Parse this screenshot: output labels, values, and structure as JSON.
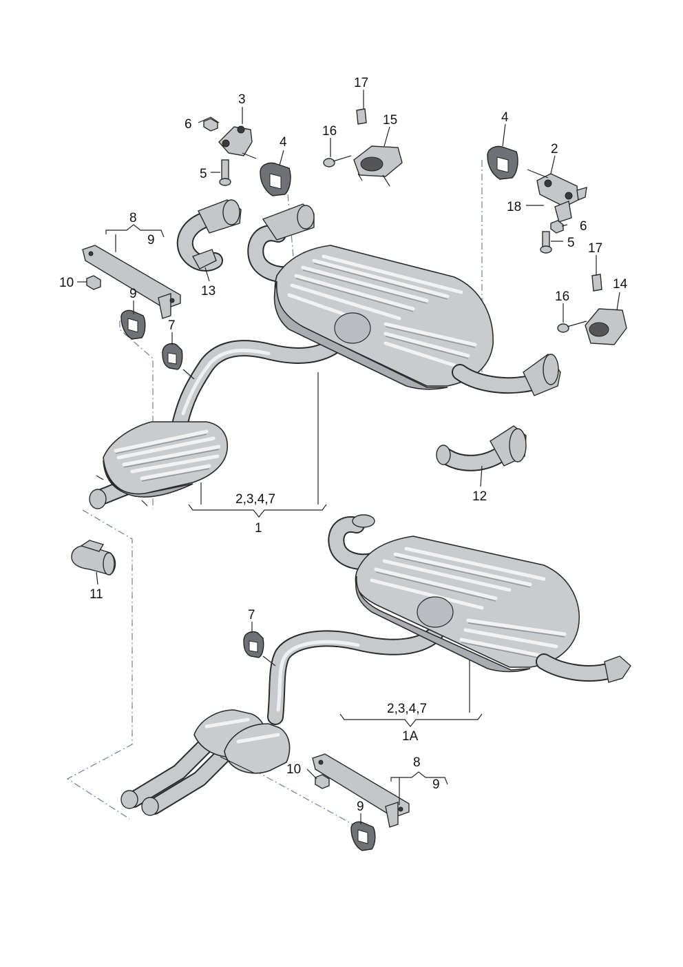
{
  "callouts": {
    "c1": "1",
    "c1a": "1A",
    "c2a": "2",
    "c3": "3",
    "c4a": "4",
    "c4b": "4",
    "c5a": "5",
    "c5b": "5",
    "c6a": "6",
    "c6b": "6",
    "c7a": "7",
    "c7b": "7",
    "c8a": "8",
    "c8b": "8",
    "c9a": "9",
    "c9b": "9",
    "c9c": "9",
    "c9d": "9",
    "c10a": "10",
    "c10b": "10",
    "c11": "11",
    "c12": "12",
    "c13": "13",
    "c14": "14",
    "c15": "15",
    "c16a": "16",
    "c16b": "16",
    "c17a": "17",
    "c17b": "17",
    "c18": "18"
  },
  "groups": {
    "g1": "2,3,4,7",
    "g1a": "2,3,4,7"
  },
  "colors": {
    "metal": "#c9cccf",
    "outline": "#2a2a2a",
    "leader_dash": "#6f7f95"
  }
}
